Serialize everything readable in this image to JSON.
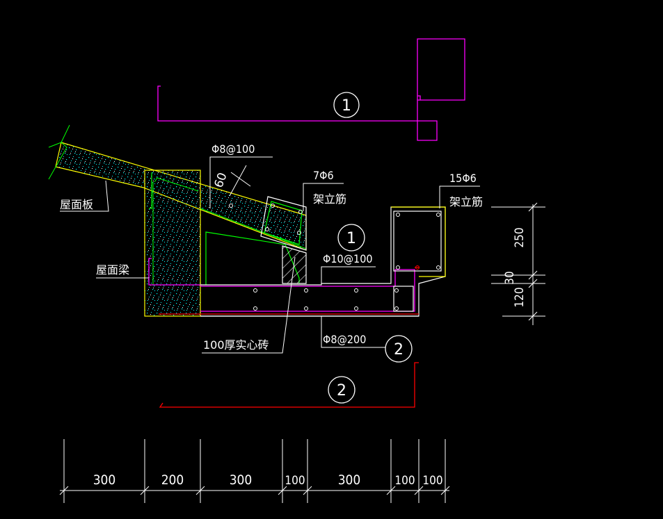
{
  "colors": {
    "background": "#000000",
    "white": "#ffffff",
    "magenta": "#ff00ff",
    "yellow": "#ffff00",
    "green": "#00ff00",
    "cyan": "#00ffff",
    "red": "#ff0000"
  },
  "labels": {
    "rebar_top": "Φ8@100",
    "angle": "60",
    "rebar_7": "7Φ6",
    "rebar_7_sub": "架立筋",
    "rebar_15": "15Φ6",
    "rebar_15_sub": "架立筋",
    "roof_slab": "屋面板",
    "roof_beam": "屋面梁",
    "rebar_mid": "Φ10@100",
    "brick": "100厚实心砖",
    "rebar_bottom": "Φ8@200"
  },
  "markers": {
    "top": "1",
    "mid": "1",
    "bottom_right": "2",
    "bottom": "2"
  },
  "vertical_dims": [
    "250",
    "30",
    "120"
  ],
  "horizontal_dims": [
    "300",
    "200",
    "300",
    "100",
    "300",
    "100",
    "100"
  ]
}
